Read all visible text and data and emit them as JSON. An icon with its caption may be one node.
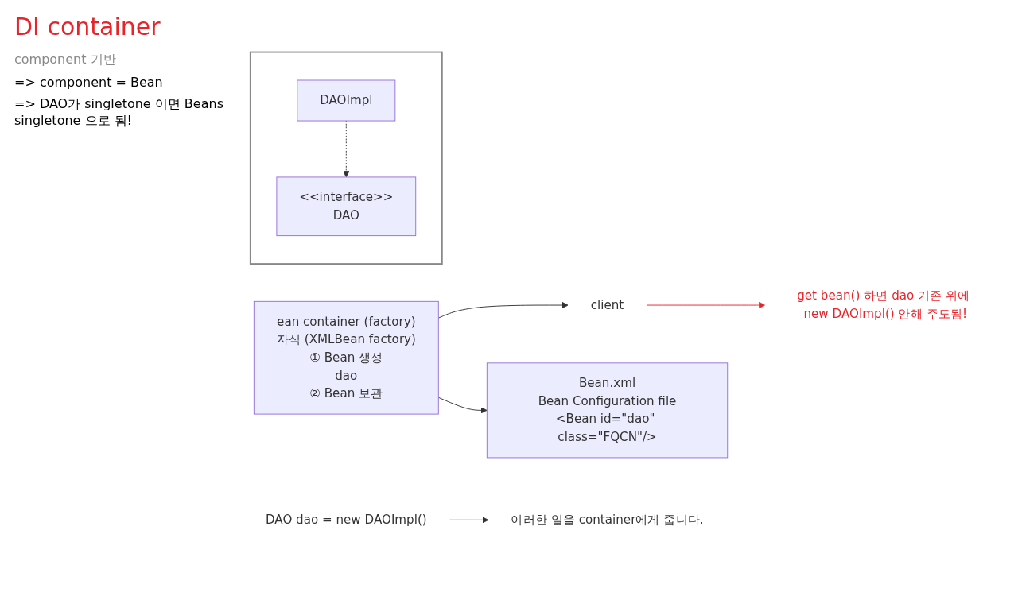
{
  "diagram": {
    "title": "DI container",
    "nodes": [
      {
        "text": [],
        "shape": "box"
      },
      {
        "text": [
          "<<interface>>",
          "DAO"
        ],
        "in": 0
      },
      {
        "text": [
          "DAOImpl"
        ],
        "in": 0
      },
      {
        "text": [
          "ean container (factory)",
          "자식 (XMLBean factory)",
          "① Bean 생성",
          "dao",
          "② Bean 보관"
        ]
      },
      {
        "text": [
          "client"
        ]
      },
      {
        "text": [
          "Bean.xml",
          "Bean Configuration file",
          "<Bean id=\"dao\" class=\"FQCN\"/>"
        ]
      },
      {
        "text": [
          "DAO dao = new DAOImpl()"
        ]
      },
      {
        "text": [
          "이러한 일을 container에게 줍니다."
        ]
      },
      {
        "text": [
          "get bean() 하면 dao 기존 위에 new DAOImpl() 안해 주도됨!"
        ]
      }
    ],
    "edges": [
      {
        "from": 2,
        "to": 1,
        "arrow": "to",
        "style": "dashed"
      },
      {
        "from": 3,
        "to": 4,
        "arrow": "to"
      },
      {
        "from": 3,
        "to": 5,
        "arrow": "to"
      },
      {
        "from": 6,
        "to": 7,
        "arrow": "to"
      },
      {
        "from": 4,
        "to": 8,
        "arrow": "to",
        "color": "#e8232a"
      }
    ],
    "labels": [
      "component 기반",
      "=> component = Bean",
      "=> DAO가 singletone 이면 Beans singletone 으로 됨!"
    ]
  }
}
